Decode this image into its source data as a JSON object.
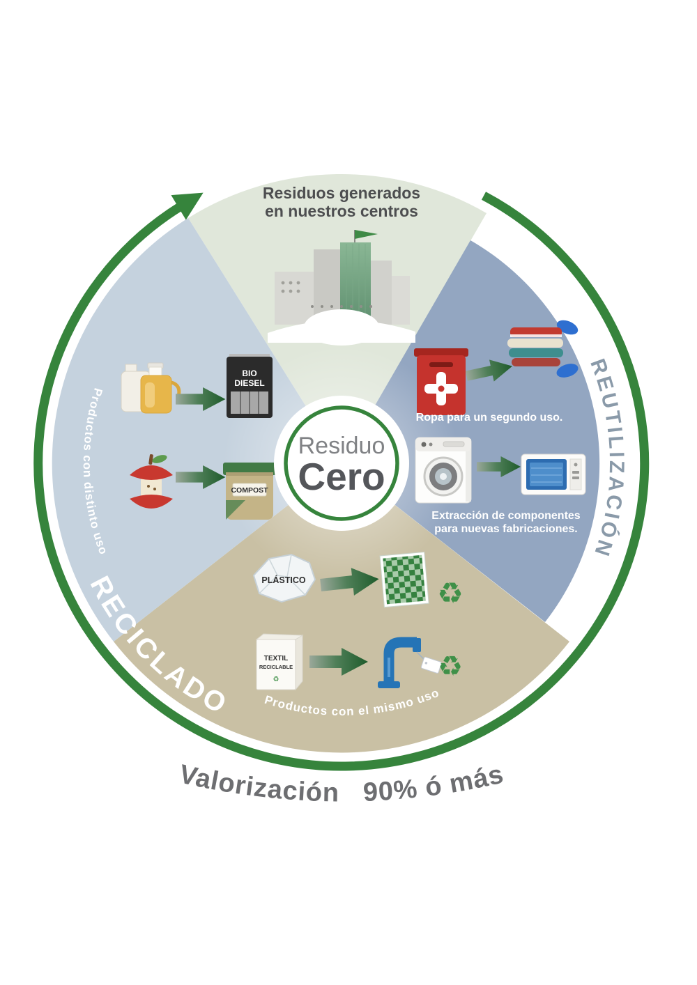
{
  "poster": {
    "center": {
      "line1": "Residuo",
      "line2": "Cero"
    },
    "top": {
      "line1": "Residuos generados",
      "line2": "en nuestros centros"
    },
    "right": {
      "arc": "REUTILIZACIÓN",
      "ropa": "Ropa para un segundo uso.",
      "extraccion1": "Extracción de componentes",
      "extraccion2": "para nuevas fabricaciones."
    },
    "left": {
      "arc": "RECICLADO",
      "caption": "Productos con distinto uso",
      "bio1": "BIO",
      "bio2": "DIESEL",
      "compost": "COMPOST"
    },
    "bottom": {
      "caption": "Productos con el mismo uso",
      "plastico": "PLÁSTICO",
      "textil1": "TEXTIL",
      "textil2": "RECICLABLE"
    },
    "footer": "Valorización   90% ó más",
    "glyphs": {
      "recycle": "♻"
    },
    "colors": {
      "green": "#36843c",
      "top_sector": "#e0e7da",
      "right_sector": "#93a6c1",
      "left_sector": "#c5d2de",
      "bottom_sector": "#c9c0a4",
      "footer_gray": "#6d6e71",
      "arc_text_gray": "#8a9aa9"
    }
  }
}
